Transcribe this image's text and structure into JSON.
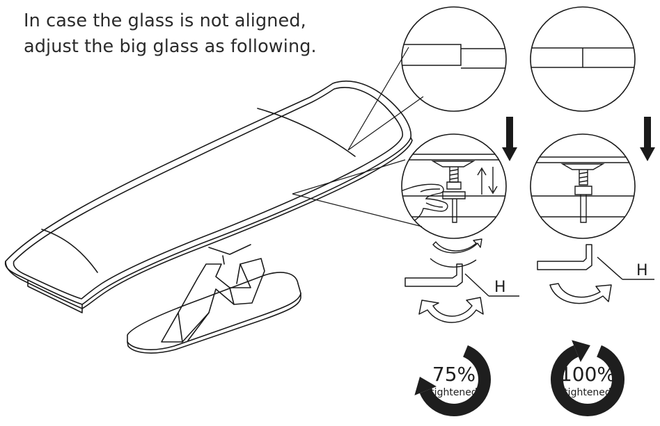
{
  "instruction": {
    "line1": "In case the glass is not aligned,",
    "line2": "adjust the big glass as following."
  },
  "steps": [
    {
      "tightness": 75,
      "percent_label": "75%",
      "caption": "tightened",
      "tool_label": "H"
    },
    {
      "tightness": 100,
      "percent_label": "100%",
      "caption": "tightened",
      "tool_label": "H"
    }
  ],
  "colors": {
    "ink": "#1a1a1a",
    "ring": "#1e1e1e",
    "paper": "#ffffff"
  }
}
